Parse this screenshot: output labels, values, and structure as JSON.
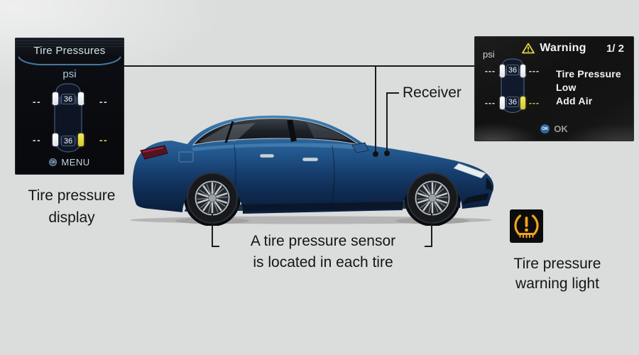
{
  "left_display": {
    "title": "Tire Pressures",
    "unit": "psi",
    "front_pressure": "36",
    "rear_pressure": "36",
    "dash": "--",
    "menu_label": "MENU",
    "ok_icon_label": "OK"
  },
  "right_display": {
    "unit": "psi",
    "title": "Warning",
    "page_indicator": "1/ 2",
    "front_pressure": "36",
    "rear_pressure": "36",
    "dash": "---",
    "message": {
      "line1": "Tire Pressure",
      "line2": "Low",
      "line3": "Add Air"
    },
    "ok_icon_label": "OK",
    "ok_label": "OK"
  },
  "callouts": {
    "receiver": "Receiver",
    "display_caption": {
      "line1": "Tire pressure",
      "line2": "display"
    },
    "sensor_caption": {
      "line1": "A tire pressure sensor",
      "line2": "is located in each tire"
    },
    "warning_light_caption": {
      "line1": "Tire pressure",
      "line2": "warning light"
    }
  },
  "colors": {
    "accent_yellow": "#e4da45",
    "warning_amber": "#f2a41c",
    "car_blue": "#1d4c80",
    "display_text_blue": "#c7d9e6"
  }
}
